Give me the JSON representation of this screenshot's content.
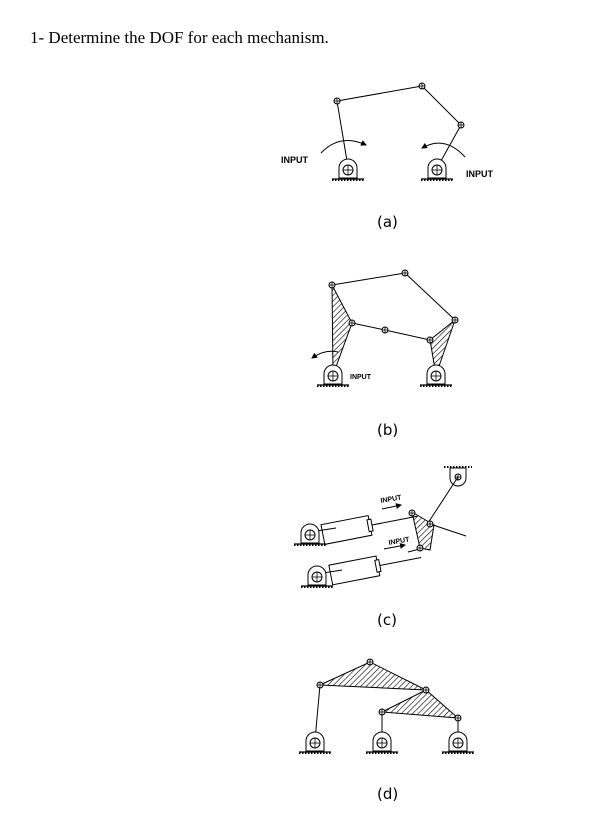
{
  "title": "1- Determine the DOF for each mechanism.",
  "figures": {
    "a": {
      "caption": "(a)",
      "input_left": "INPUT",
      "input_right": "INPUT"
    },
    "b": {
      "caption": "(b)",
      "input": "INPUT"
    },
    "c": {
      "caption": "(c)",
      "input_top": "INPUT",
      "input_bottom": "INPUT"
    },
    "d": {
      "caption": "(d)"
    }
  }
}
